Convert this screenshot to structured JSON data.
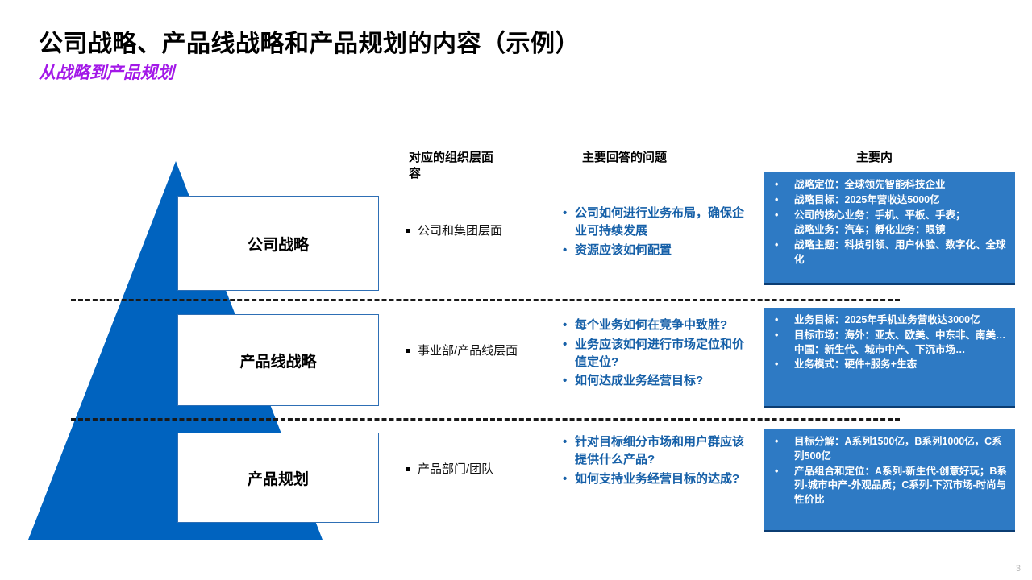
{
  "slide": {
    "title": "公司战略、产品线战略和产品规划的内容（示例）",
    "subtitle": "从战略到产品规划",
    "page_number": "3",
    "accent_blue": "#0063BF",
    "box_blue": "#2E7AC4",
    "question_blue": "#1660A8",
    "subtitle_purple": "#A318E8"
  },
  "headers": {
    "org_line1": "对应的组织层面",
    "org_line2": "容",
    "questions": "主要回答的问题",
    "content": "主要内"
  },
  "pyramid": {
    "levels": [
      {
        "label": "公司战略"
      },
      {
        "label": "产品线战略"
      },
      {
        "label": "产品规划"
      }
    ]
  },
  "org_levels": [
    {
      "text": "公司和集团层面"
    },
    {
      "text": "事业部/产品线层面"
    },
    {
      "text": "产品部门/团队"
    }
  ],
  "questions": [
    {
      "items": [
        "公司如何进行业务布局，确保企业可持续发展",
        "资源应该如何配置"
      ]
    },
    {
      "items": [
        "每个业务如何在竞争中致胜?",
        "业务应该如何进行市场定位和价值定位?",
        "如何达成业务经营目标?"
      ]
    },
    {
      "items": [
        "针对目标细分市场和用户群应该提供什么产品?",
        "如何支持业务经营目标的达成?"
      ]
    }
  ],
  "content_boxes": [
    {
      "bullets": [
        {
          "type": "bullet",
          "text": "战略定位：全球领先智能科技企业"
        },
        {
          "type": "bullet",
          "text": "战略目标：2025年营收达5000亿"
        },
        {
          "type": "bullet",
          "text": "公司的核心业务：手机、平板、手表；"
        },
        {
          "type": "sub",
          "text": "战略业务：汽车；孵化业务：眼镜"
        },
        {
          "type": "bullet",
          "text": "战略主题：科技引领、用户体验、数字化、全球化"
        }
      ]
    },
    {
      "bullets": [
        {
          "type": "bullet",
          "text": "业务目标：2025年手机业务营收达3000亿"
        },
        {
          "type": "bullet",
          "text": "目标市场：海外：亚太、欧美、中东非、南美…中国：新生代、城市中产、下沉市场…"
        },
        {
          "type": "bullet",
          "text": "业务模式：硬件+服务+生态"
        }
      ]
    },
    {
      "bullets": [
        {
          "type": "bullet",
          "text": "目标分解：A系列1500亿，B系列1000亿，C系列500亿"
        },
        {
          "type": "bullet",
          "text": "产品组合和定位：A系列-新生代-创意好玩；B系列-城市中产-外观品质；C系列-下沉市场-时尚与性价比"
        }
      ]
    }
  ]
}
